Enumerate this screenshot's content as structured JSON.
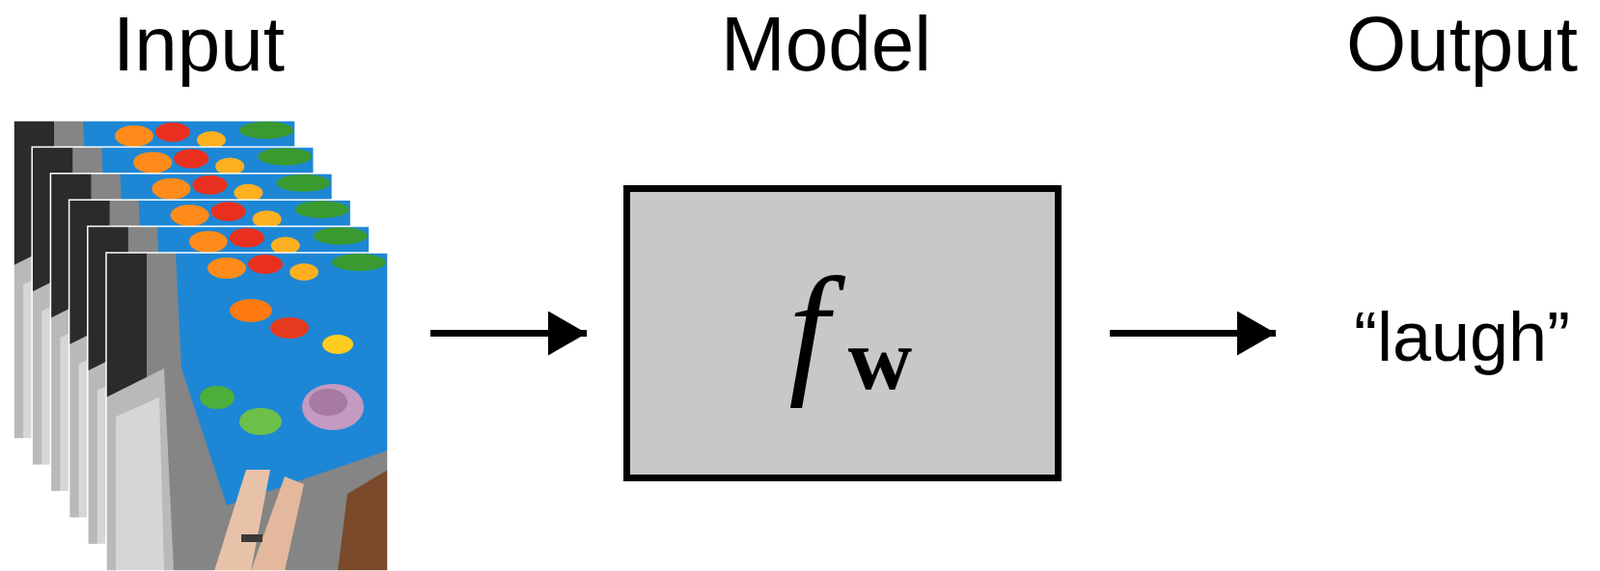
{
  "diagram": {
    "nodes": [
      {
        "text": [
          "Input"
        ]
      },
      {
        "text": [
          "Model",
          "f",
          "w"
        ]
      },
      {
        "text": [
          "Output",
          "“laugh”"
        ]
      }
    ],
    "edges": [
      {
        "from": 0,
        "to": 1,
        "arrow": "to"
      },
      {
        "from": 1,
        "to": 2,
        "arrow": "to"
      }
    ]
  }
}
